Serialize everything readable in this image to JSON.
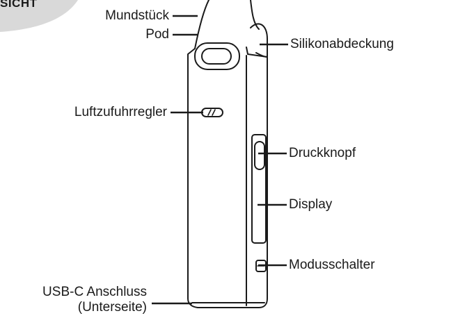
{
  "corner_tab": {
    "text": "SICHT",
    "color": "#d9d9d9"
  },
  "labels": {
    "mundstueck": "Mundstück",
    "pod": "Pod",
    "silikonabdeckung": "Silikonabdeckung",
    "luftzufuhrregler": "Luftzufuhrregler",
    "druckknopf": "Druckknopf",
    "display": "Display",
    "modusschalter": "Modusschalter",
    "usb_line1": "USB-C Anschluss",
    "usb_line2": "(Unterseite)"
  },
  "colors": {
    "stroke": "#1a1a1a",
    "text": "#1a1a1a"
  }
}
